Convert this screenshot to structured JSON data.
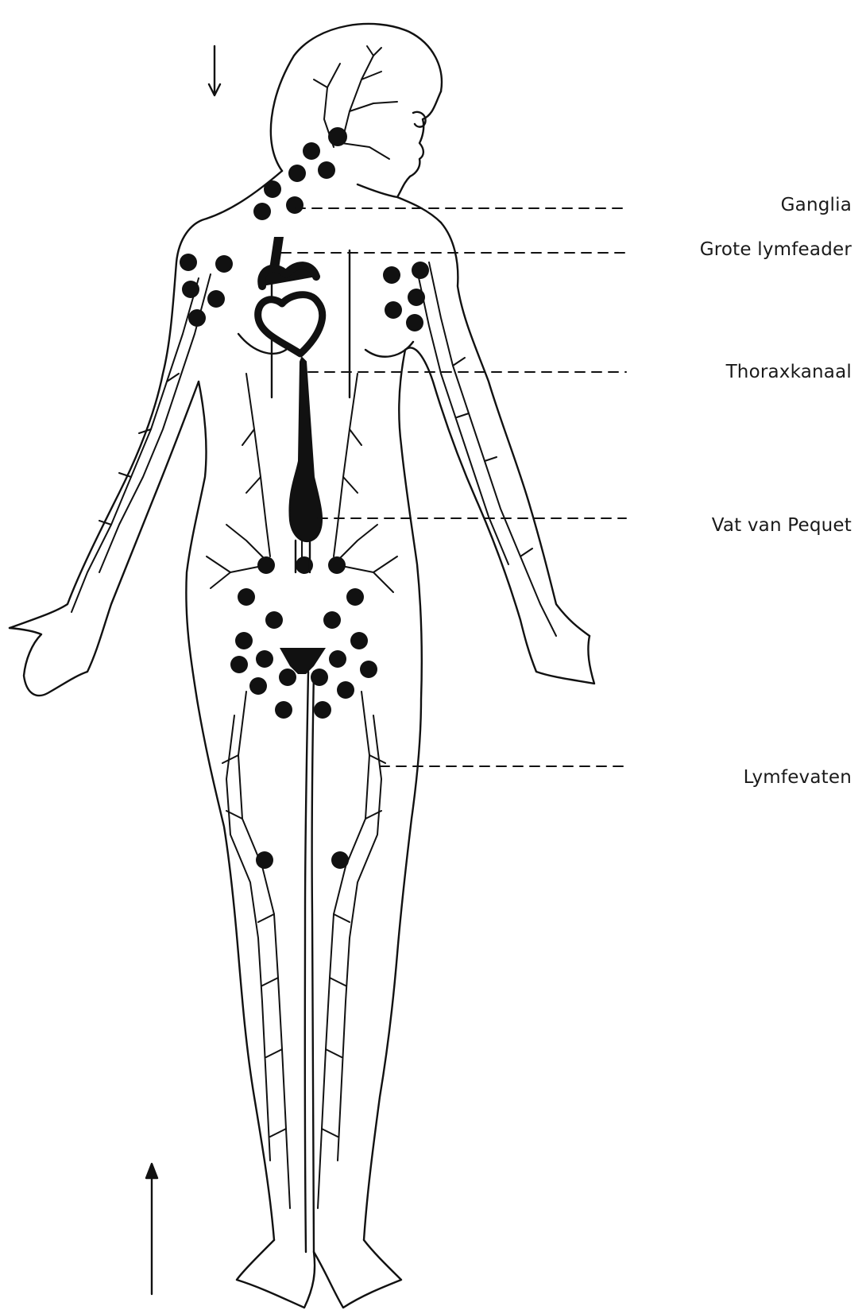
{
  "labels": [
    {
      "id": "ganglia",
      "text": "Ganglia"
    },
    {
      "id": "grote-lymfeader",
      "text": "Grote lymfeader"
    },
    {
      "id": "thoraxkanaal",
      "text": "Thoraxkanaal"
    },
    {
      "id": "vat-van-pequet",
      "text": "Vat van Pequet"
    },
    {
      "id": "lymfevaten",
      "text": "Lymfevaten"
    }
  ],
  "colors": {
    "ink": "#111111",
    "background": "#ffffff"
  },
  "icons": [
    "down-arrow-icon",
    "up-arrow-icon"
  ]
}
